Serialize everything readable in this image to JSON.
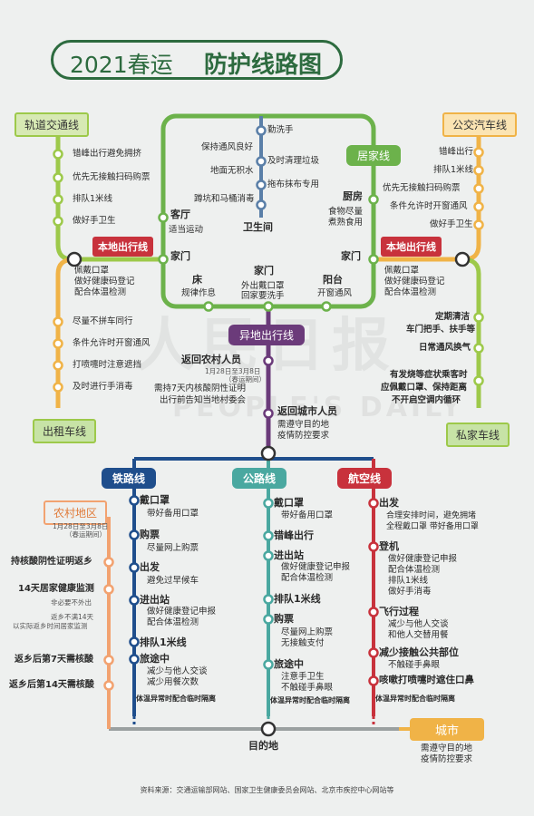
{
  "title": {
    "year": "2021春运",
    "main": "防护线路图"
  },
  "colors": {
    "green": "#6cb24b",
    "dark_green": "#2d6b3f",
    "red": "#c8323c",
    "orange": "#f0b347",
    "light_green": "#9dc94a",
    "teal": "#4aa8a0",
    "navy": "#1f4e8c",
    "purple": "#6b3b7a",
    "peach": "#f2a270"
  },
  "lines": {
    "rail": {
      "label": "轨道交通线",
      "items": [
        "错峰出行避免拥挤",
        "优先无接触扫码购票",
        "排队1米线",
        "做好手卫生"
      ]
    },
    "bus": {
      "label": "公交汽车线",
      "items": [
        "错峰出行",
        "排队1米线",
        "优先无接触扫码购票",
        "条件允许时开窗通风",
        "做好手卫生"
      ]
    },
    "local_left": {
      "label": "本地出行线",
      "items": [
        "佩戴口罩",
        "做好健康码登记",
        "配合体温检测"
      ]
    },
    "local_right": {
      "label": "本地出行线",
      "items": [
        "佩戴口罩",
        "做好健康码登记",
        "配合体温检测"
      ]
    },
    "taxi": {
      "label": "出租车线",
      "items": [
        "尽量不拼车同行",
        "条件允许时开窗通风",
        "打喷嚏时注意遮挡",
        "及时进行手消毒"
      ]
    },
    "car": {
      "label": "私家车线",
      "items": [
        "定期清洁",
        "车门把手、扶手等",
        "日常通风换气",
        "有发烧等症状乘客时",
        "应佩戴口罩、保持距离",
        "不开启空调内循环"
      ]
    }
  },
  "home": {
    "label": "居家线",
    "top_items": [
      "勤洗手",
      "保持通风良好",
      "及时清理垃圾",
      "地面无积水",
      "拖布抹布专用",
      "蹲坑和马桶消毒"
    ],
    "bathroom": "卫生间",
    "living": {
      "name": "客厅",
      "desc": "适当运动"
    },
    "kitchen": {
      "name": "厨房",
      "desc1": "食物尽量",
      "desc2": "煮熟食用"
    },
    "door_left": "家门",
    "door_right": "家门",
    "bed": {
      "name": "床",
      "desc": "规律作息"
    },
    "door_mid": {
      "name": "家门",
      "desc1": "外出戴口罩",
      "desc2": "回家要洗手"
    },
    "balcony": {
      "name": "阳台",
      "desc": "开窗通风"
    }
  },
  "outbound": {
    "label": "异地出行线",
    "rural": {
      "name": "返回农村人员",
      "date": "1月28日至3月8日",
      "note": "（春运期间）",
      "desc1": "需持7天内核酸阴性证明",
      "desc2": "出行前告知当地村委会"
    },
    "city": {
      "name": "返回城市人员",
      "desc1": "需遵守目的地",
      "desc2": "疫情防控要求"
    }
  },
  "railway": {
    "label": "铁路线",
    "steps": [
      {
        "name": "戴口罩",
        "desc": [
          "带好备用口罩"
        ]
      },
      {
        "name": "购票",
        "desc": [
          "尽量网上购票"
        ]
      },
      {
        "name": "出发",
        "desc": [
          "避免过早候车"
        ]
      },
      {
        "name": "进出站",
        "desc": [
          "做好健康登记申报",
          "配合体温检测"
        ]
      },
      {
        "name": "排队1米线",
        "desc": []
      },
      {
        "name": "旅途中",
        "desc": [
          "减少与他人交谈",
          "减少用餐次数"
        ]
      }
    ],
    "footer": "体温异常时配合临时隔离"
  },
  "highway": {
    "label": "公路线",
    "steps": [
      {
        "name": "戴口罩",
        "desc": [
          "带好备用口罩"
        ]
      },
      {
        "name": "错峰出行",
        "desc": []
      },
      {
        "name": "进出站",
        "desc": [
          "做好健康登记申报",
          "配合体温检测"
        ]
      },
      {
        "name": "排队1米线",
        "desc": []
      },
      {
        "name": "购票",
        "desc": [
          "尽量网上购票",
          "无接触支付"
        ]
      },
      {
        "name": "旅途中",
        "desc": [
          "注意手卫生",
          "不触碰手鼻眼"
        ]
      }
    ],
    "footer": "体温异常时配合临时隔离"
  },
  "air": {
    "label": "航空线",
    "steps": [
      {
        "name": "出发",
        "desc": [
          "合理安排时间，避免拥堵",
          "全程戴口罩 带好备用口罩"
        ]
      },
      {
        "name": "登机",
        "desc": [
          "做好健康登记申报",
          "配合体温检测",
          "排队1米线",
          "做好手消毒"
        ]
      },
      {
        "name": "飞行过程",
        "desc": [
          "减少与他人交谈",
          "和他人交替用餐"
        ]
      },
      {
        "name": "减少接触公共部位",
        "desc": [
          "不触碰手鼻眼"
        ]
      },
      {
        "name": "咳嗽打喷嚏时遮住口鼻",
        "desc": []
      }
    ],
    "footer": "体温异常时配合临时隔离"
  },
  "rural_area": {
    "label": "农村地区",
    "date": "1月28日至3月8日",
    "note": "（春运期间）",
    "items": [
      "持核酸阴性证明返乡",
      "14天居家健康监测",
      "非必要不外出",
      "返乡不满14天",
      "以实际返乡时间居家监测",
      "返乡后第7天需核酸",
      "返乡后第14天需核酸"
    ]
  },
  "destination": "目的地",
  "city_area": {
    "label": "城市",
    "desc1": "需遵守目的地",
    "desc2": "疫情防控要求"
  },
  "watermark": {
    "cn": "人民日报",
    "en": "PEOPLE'S DAILY"
  },
  "source": "资料来源：交通运输部网站、国家卫生健康委员会网站、北京市疾控中心网站等"
}
